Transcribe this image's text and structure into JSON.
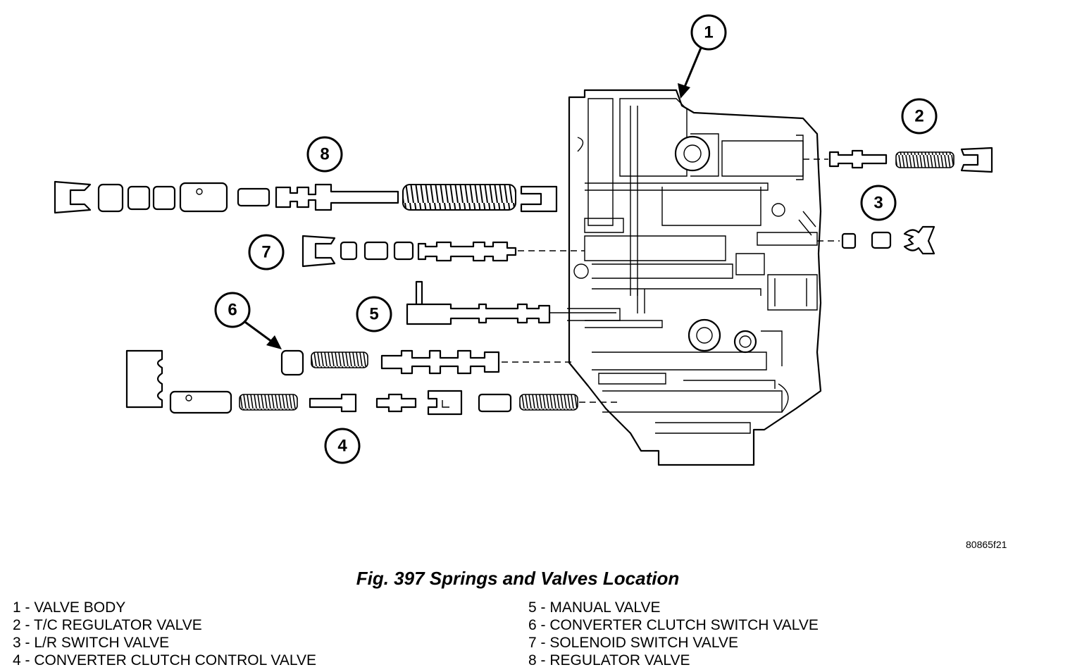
{
  "figure_id": "80865f21",
  "caption": "Fig. 397 Springs and Valves Location",
  "callouts": [
    "1",
    "2",
    "3",
    "4",
    "5",
    "6",
    "7",
    "8"
  ],
  "legend": {
    "left": [
      "1 - VALVE BODY",
      "2 - T/C REGULATOR VALVE",
      "3 - L/R SWITCH VALVE",
      "4 - CONVERTER CLUTCH CONTROL VALVE"
    ],
    "right": [
      "5 - MANUAL VALVE",
      "6 - CONVERTER CLUTCH SWITCH VALVE",
      "7 - SOLENOID SWITCH VALVE",
      "8 - REGULATOR VALVE"
    ]
  }
}
